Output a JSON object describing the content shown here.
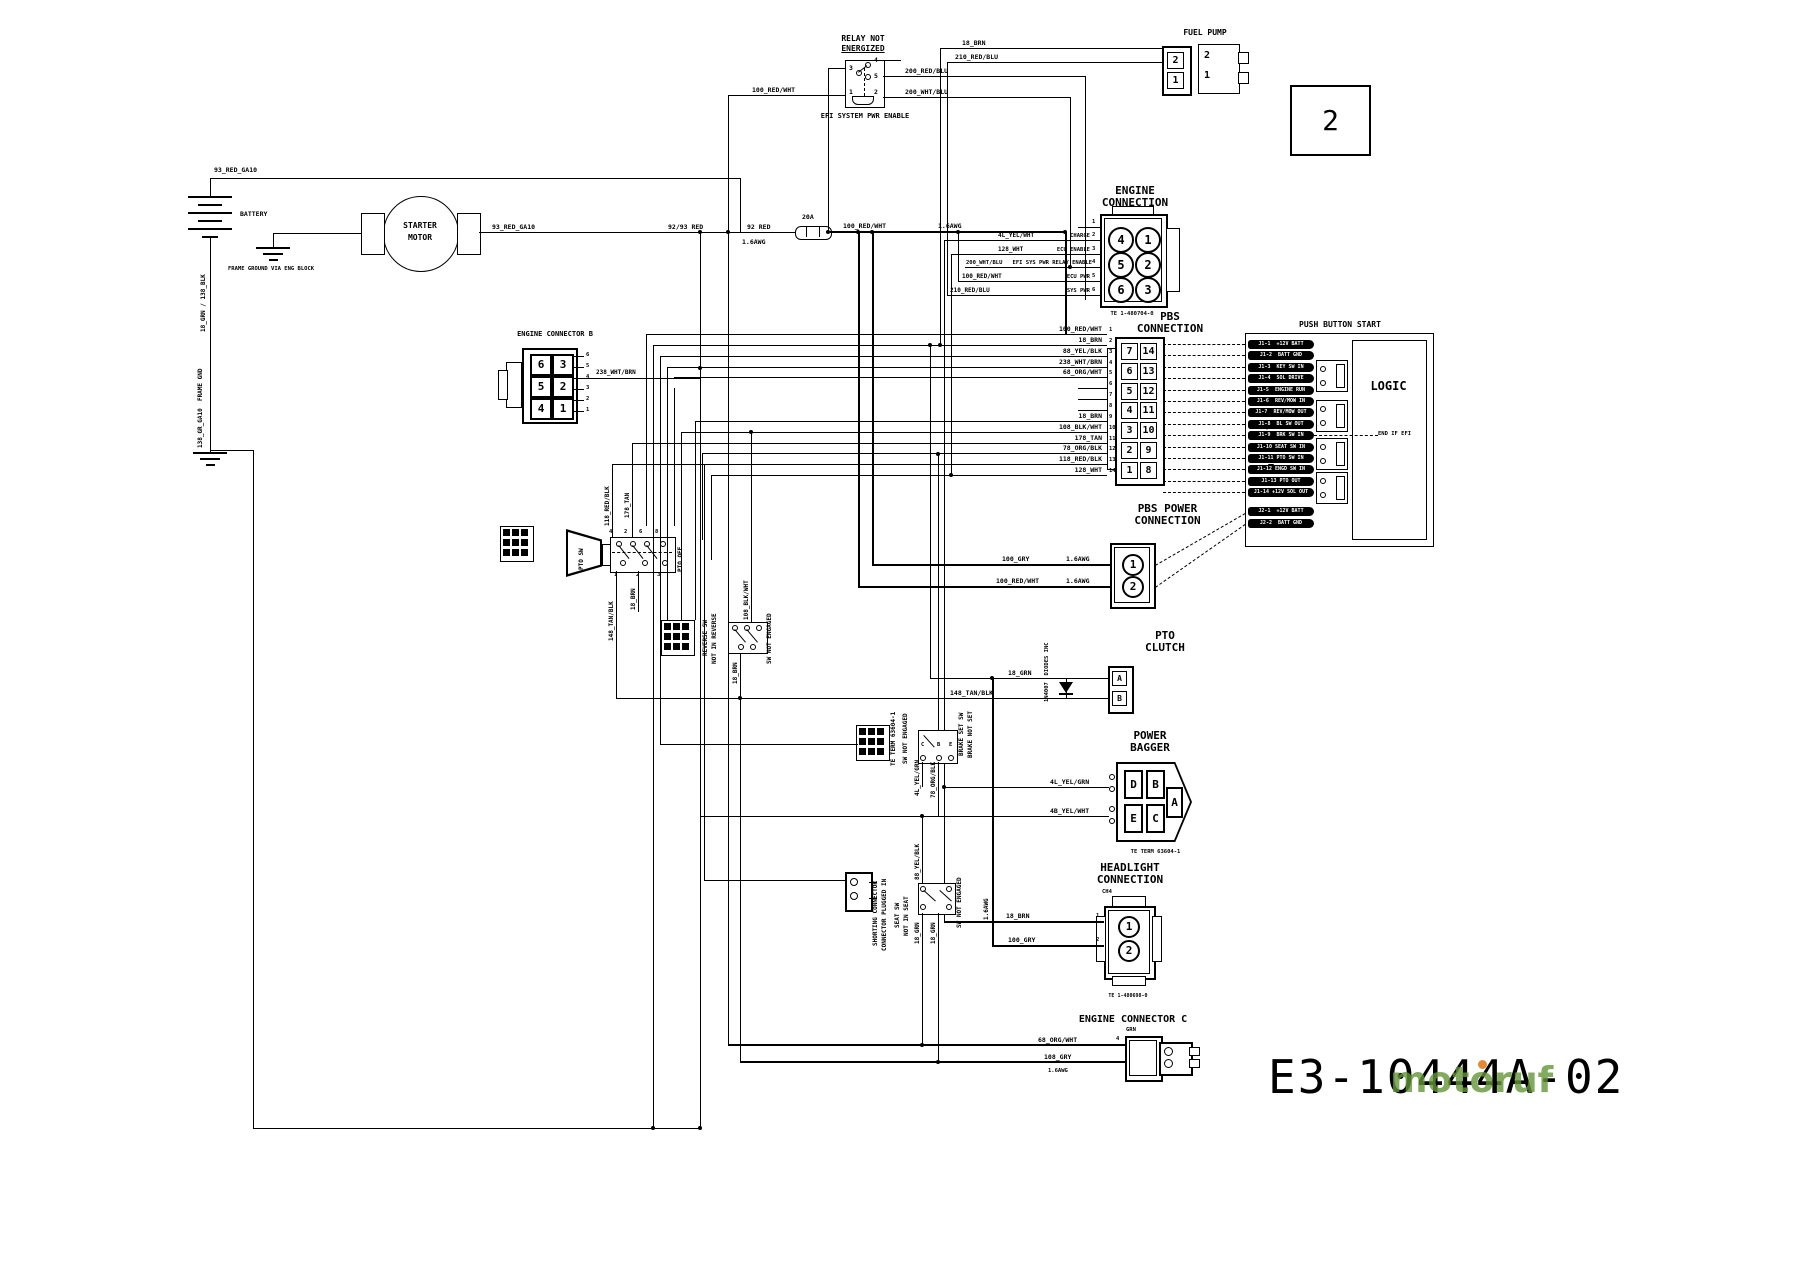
{
  "page": {
    "number": "2",
    "part_number": "E3-10444A-02",
    "watermark": "motoruf"
  },
  "battery": {
    "label": "BATTERY",
    "top_wire": "93_RED_GA10",
    "neg_wire": "18_GRN / 138_BLK",
    "frame_wire": "138_GR_GA10  FRAME GND"
  },
  "starter": {
    "line1": "STARTER",
    "line2": "MOTOR",
    "ground_note": "FRAME GROUND VIA ENG BLOCK",
    "wire_out": "93_RED_GA10",
    "wire_9293": "92/93 RED",
    "wire_92": "92 RED",
    "awg_92": "1.6AWG",
    "fuse": "20A",
    "wire_100": "100_RED/WHT",
    "awg_100": "1.6AWG"
  },
  "relay": {
    "title1": "RELAY NOT",
    "title2": "ENERGIZED",
    "caption": "EFI SYSTEM PWR ENABLE",
    "pin3": "3",
    "pin4": "4",
    "pin5": "5",
    "pin1": "1",
    "pin2": "2",
    "wire_in": "100_RED/WHT",
    "wire_out5": "200_RED/BLU",
    "wire_out2": "200_WHT/BLU"
  },
  "fuel_pump": {
    "title": "FUEL PUMP",
    "wire1": "18_BRN",
    "wire2": "210_RED/BLU",
    "pins": [
      "2",
      "1"
    ]
  },
  "engine_connection": {
    "title1": "ENGINE",
    "title2": "CONNECTION",
    "part": "TE 1-480704-0",
    "circles": [
      "4",
      "1",
      "5",
      "2",
      "6",
      "3"
    ],
    "rows": [
      {
        "pin": "1",
        "wire": "",
        "signal": ""
      },
      {
        "pin": "2",
        "wire": "4L_YEL/WHT",
        "signal": "CHARGE"
      },
      {
        "pin": "3",
        "wire": "128_WHT",
        "signal": "ECU ENABLE"
      },
      {
        "pin": "4",
        "wire": "200_WHT/BLU",
        "signal": "EFI SYS PWR RELAY ENABLE"
      },
      {
        "pin": "5",
        "wire": "100_RED/WHT",
        "signal": "ECU PWR"
      },
      {
        "pin": "6",
        "wire": "210_RED/BLU",
        "signal": "SYS PWR"
      }
    ]
  },
  "connector_b": {
    "title": "ENGINE CONNECTOR B",
    "cells": [
      "6",
      "3",
      "5",
      "2",
      "4",
      "1"
    ],
    "stubs": [
      "6",
      "5",
      "4",
      "3",
      "2",
      "1"
    ],
    "wire": "238_WHT/BRN"
  },
  "pbs": {
    "title1": "PBS",
    "title2": "CONNECTION",
    "left_col": [
      "7",
      "6",
      "5",
      "4",
      "3",
      "2",
      "1"
    ],
    "right_col": [
      "14",
      "13",
      "12",
      "11",
      "10",
      "9",
      "8"
    ],
    "wires": [
      {
        "pin": "1",
        "label": "100_RED/WHT"
      },
      {
        "pin": "2",
        "label": "18_BRN"
      },
      {
        "pin": "3",
        "label": "88_YEL/BLK"
      },
      {
        "pin": "4",
        "label": "238_WHT/BRN"
      },
      {
        "pin": "5",
        "label": "68_ORG/WHT"
      },
      {
        "pin": "6",
        "label": ""
      },
      {
        "pin": "7",
        "label": ""
      },
      {
        "pin": "8",
        "label": ""
      },
      {
        "pin": "9",
        "label": "18_BRN"
      },
      {
        "pin": "10",
        "label": "108_BLK/WHT"
      },
      {
        "pin": "11",
        "label": "178_TAN"
      },
      {
        "pin": "12",
        "label": "78_ORG/BLK"
      },
      {
        "pin": "13",
        "label": "118_RED/BLK"
      },
      {
        "pin": "14",
        "label": "128_WHT"
      }
    ]
  },
  "pbs_power": {
    "title1": "PBS POWER",
    "title2": "CONNECTION",
    "pin1": "1",
    "pin2": "2",
    "wire1": "100_GRY",
    "awg1": "1.6AWG",
    "wire2": "100_RED/WHT",
    "awg2": "1.6AWG"
  },
  "pbs_module": {
    "title": "PUSH BUTTON START",
    "logic": "LOGIC",
    "note": "END IF EFI",
    "pins": [
      "J1-1  +12V BATT",
      "J1-2  BATT GND",
      "J1-3  KEY SW IN",
      "J1-4  SOL DRIVE",
      "J1-5  ENGINE RUN",
      "J1-6  REV/MOW IN",
      "J1-7  REV/MOW OUT",
      "J1-8  BL SW OUT",
      "J1-9  BRK SW IN",
      "J1-10 SEAT SW IN",
      "J1-11 PTO SW IN",
      "J1-12 ENGD SW IN",
      "J1-13 PTO OUT",
      "J1-14 +12V SOL OUT",
      "J2-1  +12V BATT",
      "J2-2  BATT GND"
    ]
  },
  "pto_clutch": {
    "title1": "PTO",
    "title2": "CLUTCH",
    "wire_top": "18_GRN",
    "wire_bottom": "148_TAN/BLK",
    "diode": "1N4007  DIODES INC",
    "pin_a": "A",
    "pin_b": "B"
  },
  "bagger": {
    "title1": "POWER",
    "title2": "BAGGER",
    "d": "D",
    "b": "B",
    "e": "E",
    "c": "C",
    "a": "A",
    "part": "TE TERM 63604-1",
    "wire1": "4L_YEL/GRN",
    "wire2": "4B_YEL/WHT"
  },
  "headlight": {
    "title1": "HEADLIGHT",
    "title2": "CONNECTION",
    "tag": "CH4",
    "pin1": "1",
    "pin2": "2",
    "wire1": "18_BRN",
    "wire2": "100_GRY",
    "part": "TE 1-480698-0",
    "awg": "1.6AWG"
  },
  "connector_c": {
    "title": "ENGINE CONNECTOR C",
    "wire1": "68_ORG/WHT",
    "pin1": "4",
    "wire2": "108_GRY",
    "awg": "1.6AWG",
    "tag": "GRN"
  },
  "pto_switch": {
    "knob": "PTO SW",
    "off_label": "PTO OFF",
    "top_pins": [
      "4",
      "2",
      "6",
      "8"
    ],
    "bottom_pins": [
      "1",
      "2",
      "3"
    ],
    "w_top1": "118_RED/BLK",
    "w_top2": "178_TAN",
    "w_bot1": "148_TAN/BLK",
    "w_bot2": "18_BRN"
  },
  "reverse_sw": {
    "name1": "REVERSE SW",
    "name2": "NOT IN REVERSE",
    "state": "SW NOT ENGAGED",
    "wire": "108_BLK/WHT",
    "wire2": "18_BRN"
  },
  "brake_sw": {
    "term": "TE TERM 63604-1",
    "state": "SW NOT ENGAGED",
    "name1": "BRAKE SET SW",
    "name2": "BRAKE NOT SET",
    "c": "C",
    "b": "B",
    "e": "E",
    "wire1": "4L_YEL/GRN",
    "wire2": "78_ORG/BLK"
  },
  "seat_sw": {
    "short1": "SHORTING CONNECTOR",
    "short2": "CONNECTOR PLUGGED IN",
    "name1": "SEAT SW",
    "name2": "NOT IN SEAT",
    "state": "SW NOT ENGAGED",
    "w_top": "88_YEL/BLK",
    "w1": "18_GRN",
    "w2": "18_GRN"
  }
}
